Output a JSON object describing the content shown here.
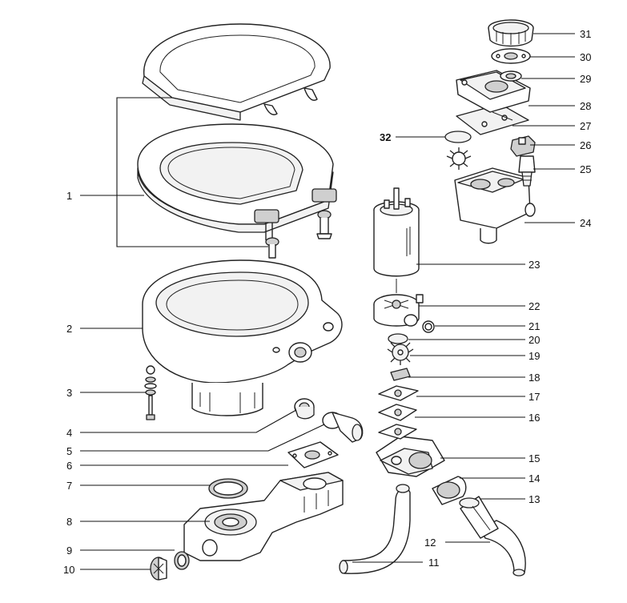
{
  "labels": {
    "p1": "1",
    "p2": "2",
    "p3": "3",
    "p4": "4",
    "p5": "5",
    "p6": "6",
    "p7": "7",
    "p8": "8",
    "p9": "9",
    "p10": "10",
    "p11": "11",
    "p12": "12",
    "p13": "13",
    "p14": "14",
    "p15": "15",
    "p16": "16",
    "p17": "17",
    "p18": "18",
    "p19": "19",
    "p20": "20",
    "p21": "21",
    "p22": "22",
    "p23": "23",
    "p24": "24",
    "p25": "25",
    "p26": "26",
    "p27": "27",
    "p28": "28",
    "p29": "29",
    "p30": "30",
    "p31": "31",
    "p32": "32"
  }
}
